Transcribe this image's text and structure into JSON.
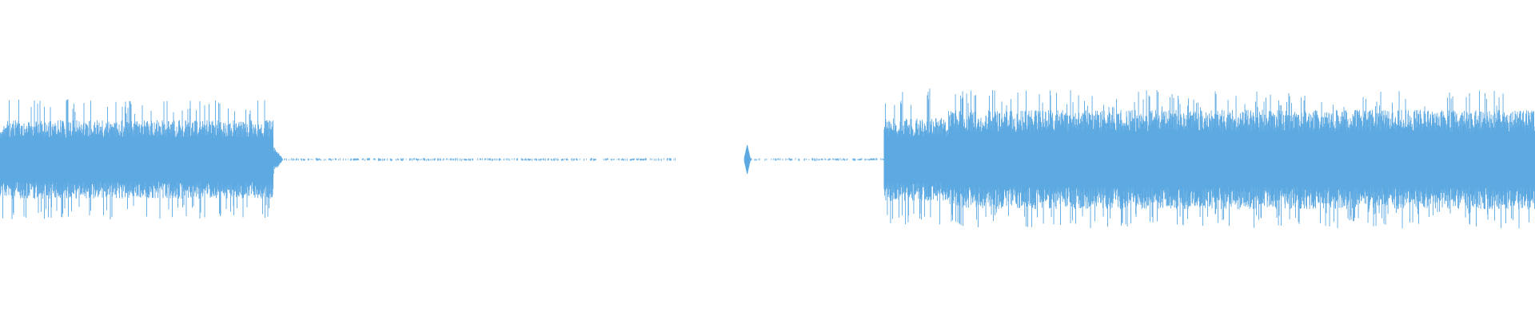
{
  "waveform": {
    "color": "#5DA9E2",
    "background": "#FFFFFF",
    "sections": [
      {
        "start": 0.0,
        "end": 0.178,
        "level": 0.34,
        "peak": 0.52,
        "style": "dense"
      },
      {
        "start": 0.178,
        "end": 0.184,
        "level": 0.08,
        "peak": 0.12,
        "style": "decay"
      },
      {
        "start": 0.184,
        "end": 0.44,
        "level": 0.005,
        "peak": 0.01,
        "style": "quiet"
      },
      {
        "start": 0.44,
        "end": 0.485,
        "level": 0.0,
        "peak": 0.0,
        "style": "silence"
      },
      {
        "start": 0.485,
        "end": 0.489,
        "level": 0.11,
        "peak": 0.13,
        "style": "spike"
      },
      {
        "start": 0.489,
        "end": 0.576,
        "level": 0.005,
        "peak": 0.01,
        "style": "quiet"
      },
      {
        "start": 0.576,
        "end": 0.618,
        "level": 0.36,
        "peak": 0.62,
        "style": "dense"
      },
      {
        "start": 0.618,
        "end": 1.0,
        "level": 0.43,
        "peak": 0.6,
        "style": "dense"
      }
    ]
  }
}
